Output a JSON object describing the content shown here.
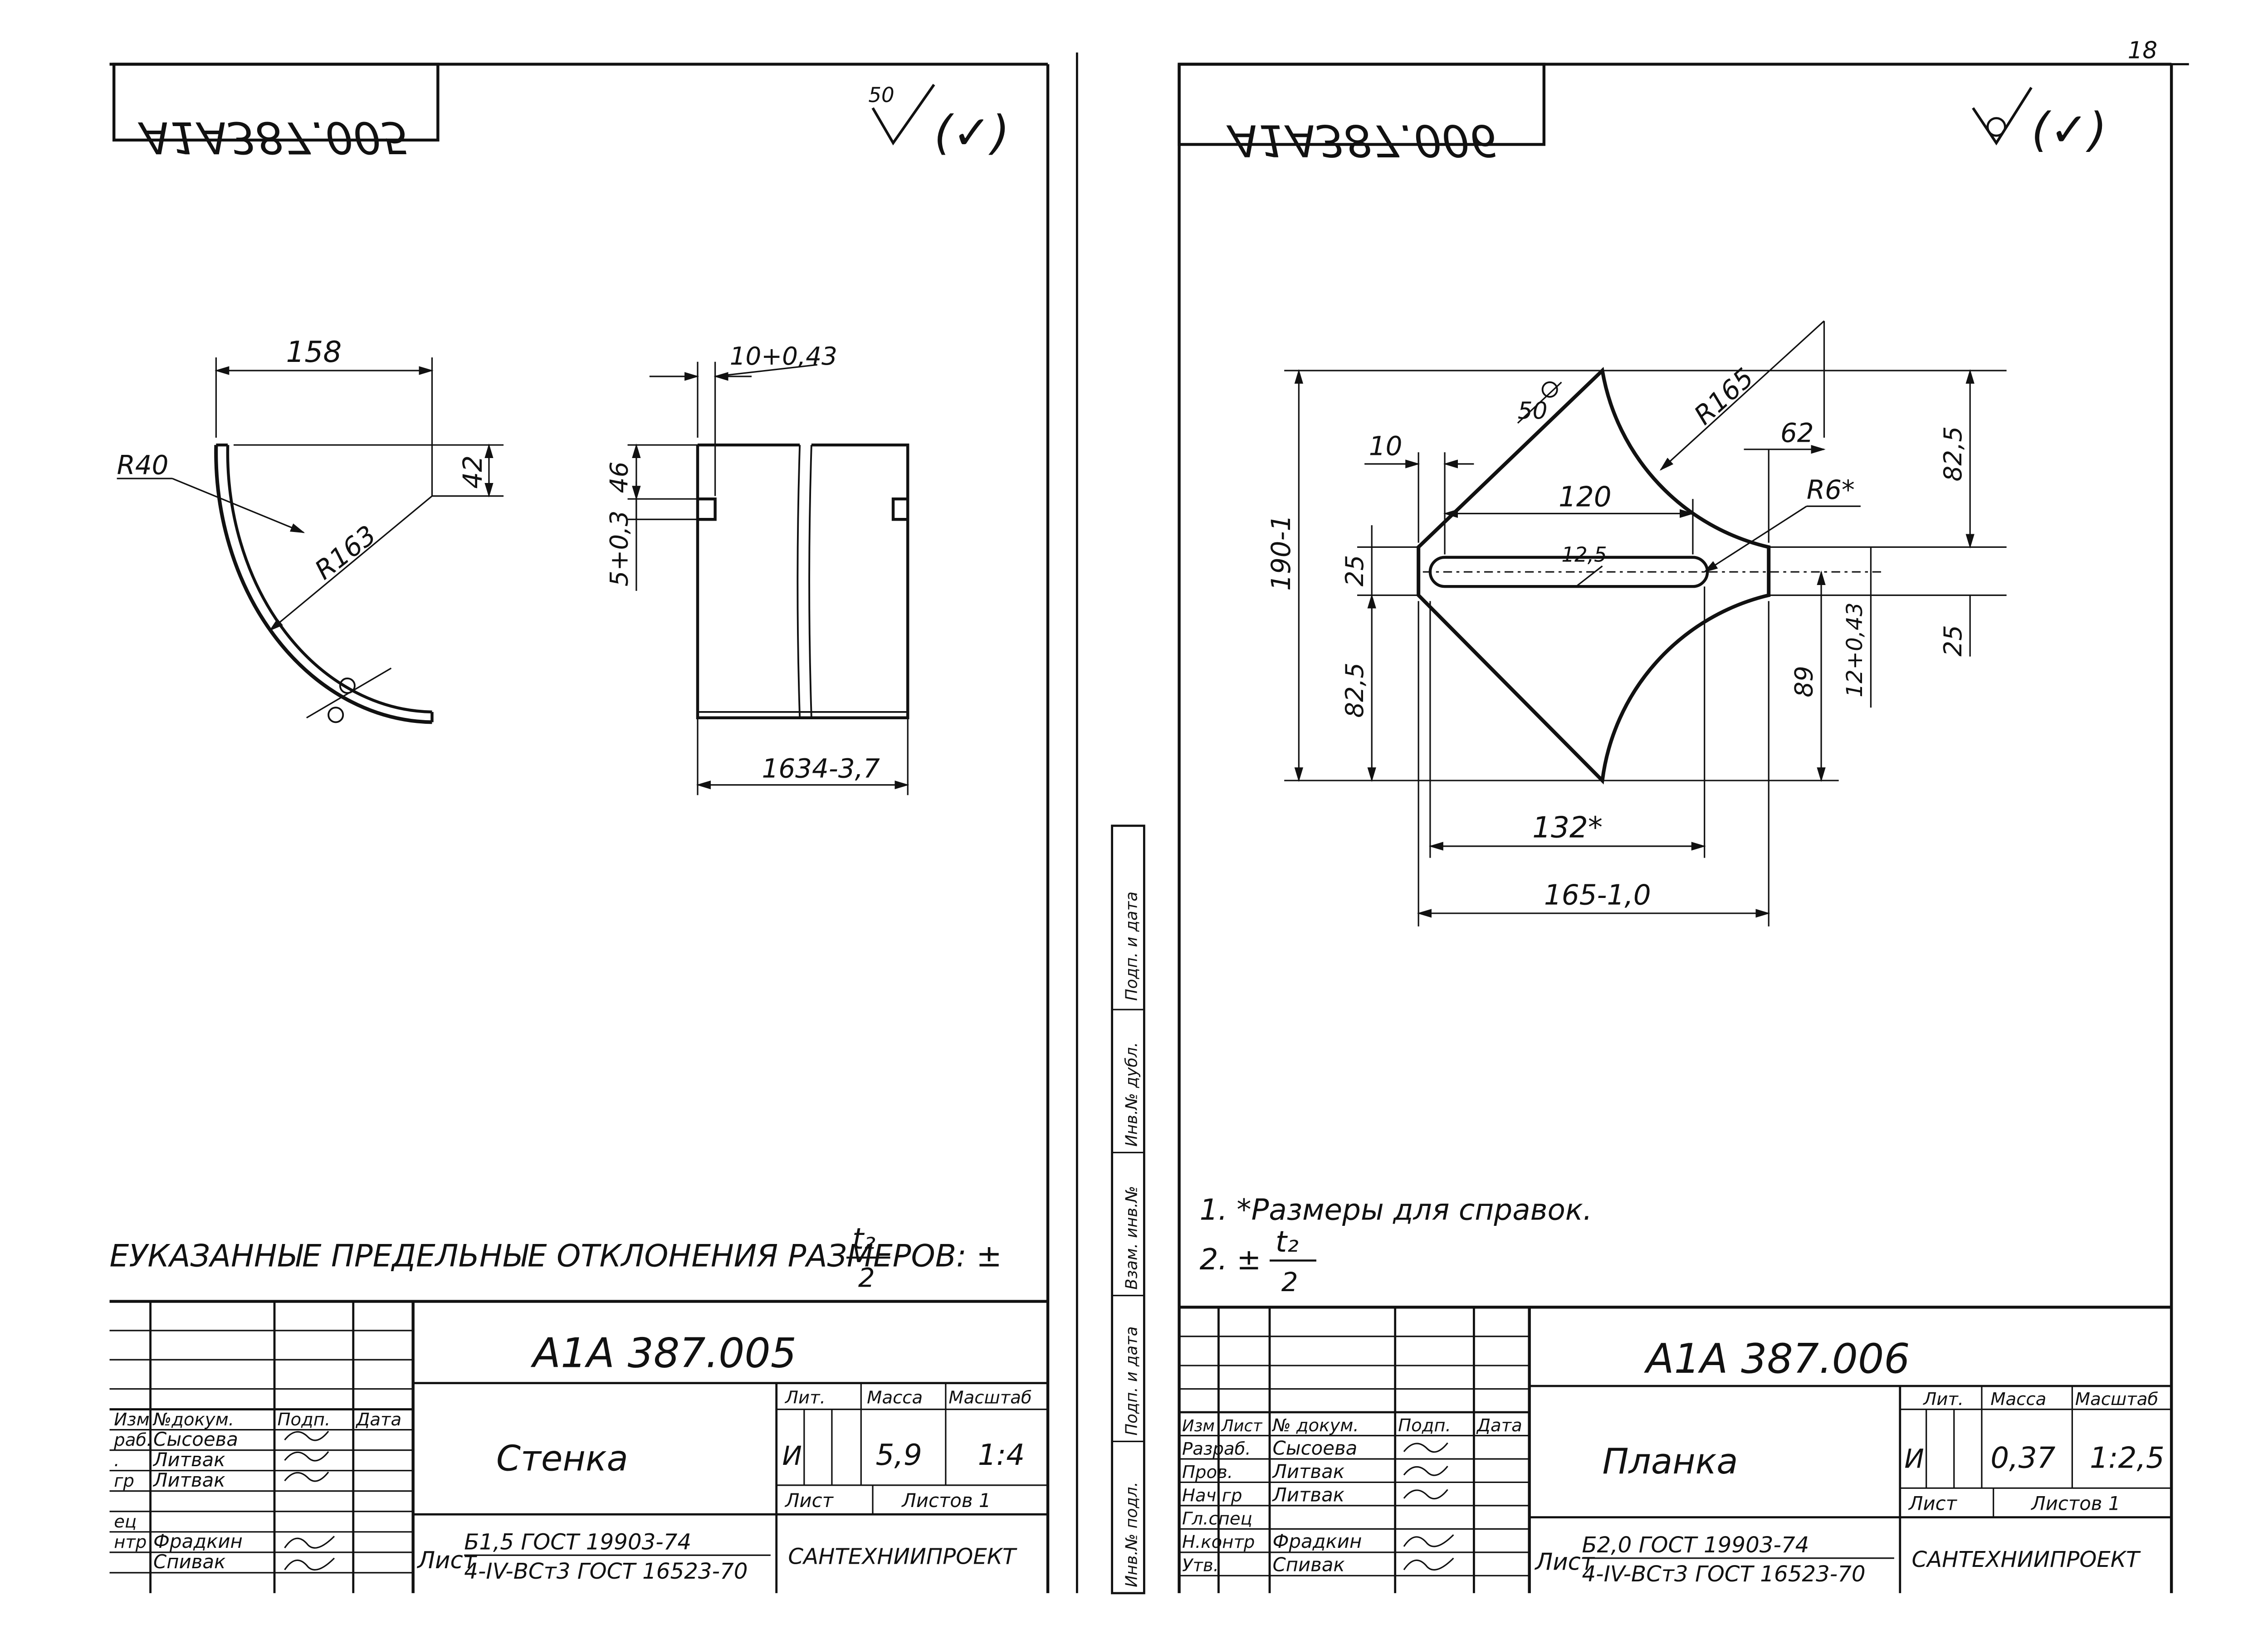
{
  "page": {
    "number": "18"
  },
  "left": {
    "code_mirrored": "А1А387.005",
    "roughness": "50",
    "roughness_symbol": "(✓)",
    "dims": {
      "d158": "158",
      "d42": "42",
      "r40": "R40",
      "r163": "R163",
      "d10": "10+0,43",
      "d46": "46",
      "d5": "5+0,3",
      "d1634": "1634-3,7"
    },
    "note": "ЕУКАЗАННЫЕ ПРЕДЕЛЬНЫЕ ОТКЛОНЕНИЯ РАЗМЕРОВ: ±",
    "note_frac_top": "t₂",
    "note_frac_bottom": "2",
    "title_block": {
      "code": "А1А 387.005",
      "name": "Стенка",
      "hdr_lit": "Лит.",
      "hdr_mass": "Масса",
      "hdr_scale": "Масштаб",
      "lit": "И",
      "mass": "5,9",
      "scale": "1:4",
      "sheet": "Лист",
      "sheets": "Листов 1",
      "rows": [
        {
          "role": "Изм",
          "name": "№докум.",
          "sign": "Подп.",
          "date": "Дата"
        },
        {
          "role": "раб.",
          "name": "Сысоева"
        },
        {
          "role": ".",
          "name": "Литвак"
        },
        {
          "role": "гр",
          "name": "Литвак"
        },
        {
          "role": "ец",
          "name": ""
        },
        {
          "role": "нтр",
          "name": "Фрадкин"
        },
        {
          "role": "",
          "name": "Спивак"
        }
      ],
      "material_label": "Лист",
      "material_top": "Б1,5 ГОСТ 19903-74",
      "material_bottom": "4-IV-ВСт3 ГОСТ 16523-70",
      "org": "САНТЕХНИИПРОЕКТ"
    }
  },
  "right": {
    "code_mirrored": "А1А387.006",
    "roughness_symbol": "(✓)",
    "dims": {
      "d50": "50",
      "r165": "R165",
      "d62": "62",
      "d10": "10",
      "d120": "120",
      "r6": "R6*",
      "d190": "190-1",
      "d25a": "25",
      "d12_5": "12,5",
      "d82_5a": "82,5",
      "d82_5b": "82,5",
      "d25b": "25",
      "d89": "89",
      "d12": "12+0,43",
      "d132": "132*",
      "d165": "165-1,0"
    },
    "notes": [
      "1. *Размеры для справок.",
      "2. ±"
    ],
    "note_frac_top": "t₂",
    "note_frac_bottom": "2",
    "side_labels": [
      "Подп. и дата",
      "Инв.№ дубл.",
      "Взам. инв.№",
      "Подп. и дата",
      "Инв.№ подл."
    ],
    "title_block": {
      "code": "А1А 387.006",
      "name": "Планка",
      "hdr_lit": "Лит.",
      "hdr_mass": "Масса",
      "hdr_scale": "Масштаб",
      "lit": "И",
      "mass": "0,37",
      "scale": "1:2,5",
      "sheet": "Лист",
      "sheets": "Листов 1",
      "rows": [
        {
          "role": "Изм",
          "sub": "Лист",
          "name": "№ докум.",
          "sign": "Подп.",
          "date": "Дата"
        },
        {
          "role": "Разраб.",
          "name": "Сысоева"
        },
        {
          "role": "Пров.",
          "name": "Литвак"
        },
        {
          "role": "Нач.гр",
          "name": "Литвак"
        },
        {
          "role": "Гл.спец",
          "name": ""
        },
        {
          "role": "Н.контр",
          "name": "Фрадкин"
        },
        {
          "role": "Утв.",
          "name": "Спивак"
        }
      ],
      "material_label": "Лист",
      "material_top": "Б2,0 ГОСТ 19903-74",
      "material_bottom": "4-IV-ВСт3 ГОСТ 16523-70",
      "org": "САНТЕХНИИПРОЕКТ"
    }
  }
}
